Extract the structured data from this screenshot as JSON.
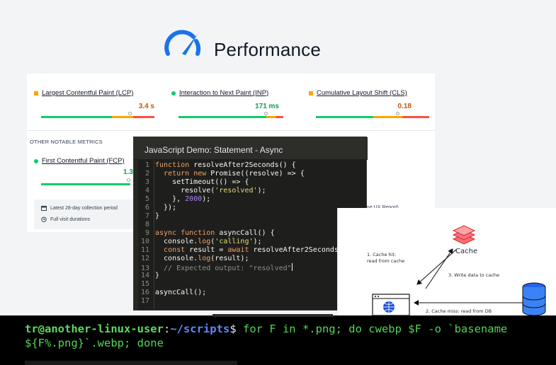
{
  "header": {
    "title": "Performance",
    "icon": "gauge-icon",
    "icon_color": "#1a73e8"
  },
  "cwv": {
    "metrics": [
      {
        "label": "Largest Contentful Paint (LCP)",
        "value": "3.4 s",
        "status": "needs-improvement",
        "marker_position": 0.78,
        "dot_shape": "square",
        "dot_color": "#ffa400",
        "value_color": "#c2570b"
      },
      {
        "label": "Interaction to Next Paint (INP)",
        "value": "171 ms",
        "status": "good",
        "marker_position": 0.7,
        "dot_shape": "circle",
        "dot_color": "#0cce6b",
        "value_color": "#0f9d58"
      },
      {
        "label": "Cumulative Layout Shift (CLS)",
        "value": "0.18",
        "status": "needs-improvement",
        "marker_position": 0.78,
        "dot_shape": "square",
        "dot_color": "#ffa400",
        "value_color": "#c2570b"
      }
    ],
    "other_heading": "OTHER NOTABLE METRICS",
    "fcp": {
      "label": "First Contentful Paint (FCP)",
      "value": "1.3",
      "dot_color": "#0cce6b"
    },
    "footer": {
      "row1": "Latest 28-day collection period",
      "row2": "Full visit durations",
      "row1_icon": "calendar-icon",
      "row2_icon": "clock-icon"
    },
    "crux_note": "me UX Report)"
  },
  "code": {
    "window_title": "JavaScript Demo: Statement - Async",
    "lines": [
      "1",
      "2",
      "3",
      "4",
      "5",
      "6",
      "7",
      "8",
      "9",
      "10",
      "11",
      "12",
      "13",
      "14",
      "15",
      "16",
      "17"
    ]
  },
  "diagram": {
    "cache_label": "Cache",
    "hit_label": "1. Cache hit:",
    "hit_sub": "read from cache",
    "write_label": "3. Write data to cache",
    "miss_label": "2. Cache miss: read from DB",
    "icons": [
      "stack-icon",
      "browser-globe-icon",
      "database-icon"
    ]
  },
  "terminal": {
    "user_host": "tr@another-linux-user",
    "sep": ":",
    "path": "~/scripts",
    "prompt": "$ ",
    "command": "for F in *.png; do cwebp $F -o `basename",
    "command_cont": "${F%.png}`.webp; done"
  }
}
